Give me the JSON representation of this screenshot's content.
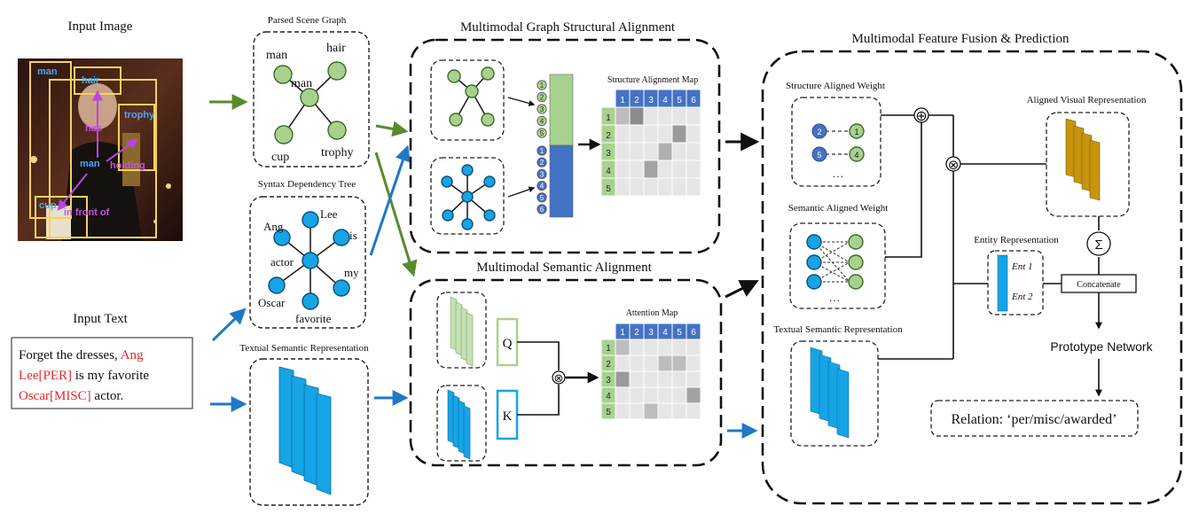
{
  "titles": {
    "input_image": "Input Image",
    "input_text": "Input Text",
    "scene_graph": "Parsed Scene Graph",
    "syntax_tree": "Syntax Dependency Tree",
    "textual_rep": "Textual Semantic Representation",
    "mgsa": "Multimodal Graph Structural Alignment",
    "msa": "Multimodal Semantic Alignment",
    "fusion": "Multimodal Feature Fusion & Prediction",
    "structure_map": "Structure Alignment Map",
    "attention_map": "Attention Map",
    "struct_weight": "Structure Aligned Weight",
    "semantic_weight": "Semantic Aligned Weight",
    "textual_rep2": "Textual Semantic Representation",
    "aligned_visual": "Aligned Visual Representation",
    "entity_rep": "Entity Representation"
  },
  "input_text": {
    "l1a": "Forget the dresses, ",
    "l1b": "Ang",
    "l2a": "Lee[PER]",
    "l2b": " is my favorite",
    "l3a": "Oscar[MISC]",
    "l3b": " actor."
  },
  "image_labels": {
    "man1": "man",
    "hair": "hair",
    "trophy": "trophy",
    "has": "has",
    "man2": "man",
    "holding": "holding",
    "cup": "cup",
    "in_front_of": "in front of"
  },
  "scene_graph": {
    "n1": "man",
    "n2": "hair",
    "n3": "man",
    "n4": "cup",
    "n5": "trophy"
  },
  "syntax_tree": {
    "n1": "Ang",
    "n2": "Lee",
    "n3": "is",
    "n4": "actor",
    "n5": "my",
    "n6": "Oscar",
    "n7": "favorite"
  },
  "struct_map": {
    "cols": [
      "1",
      "2",
      "3",
      "4",
      "5",
      "6"
    ],
    "rows": [
      "1",
      "2",
      "3",
      "4",
      "5"
    ]
  },
  "attn_map": {
    "cols": [
      "1",
      "2",
      "3",
      "4",
      "5",
      "6"
    ],
    "rows": [
      "1",
      "2",
      "3",
      "4",
      "5"
    ]
  },
  "bar_labels": {
    "green": [
      "1",
      "2",
      "3",
      "4",
      "5"
    ],
    "blue": [
      "1",
      "2",
      "3",
      "4",
      "5",
      "6"
    ]
  },
  "struct_weight_nodes": {
    "a": "2",
    "b": "1",
    "c": "5",
    "d": "4",
    "dots": "…"
  },
  "q_label": "Q",
  "k_label": "K",
  "otimes": "⊗",
  "oplus": "⊕",
  "sigma": "Σ",
  "ent1": "Ent 1",
  "ent2": "Ent 2",
  "concatenate": "Concatenate",
  "prototype": "Prototype Network",
  "relation": "Relation: ‘per/misc/awarded’",
  "colors": {
    "green": "#a9d18e",
    "blue": "#16a4e6",
    "header_blue": "#4472c4",
    "gold": "#c8940c",
    "red_text": "#e8262b",
    "arrow_green": "#5a8a2e",
    "arrow_blue": "#1e78c8"
  }
}
